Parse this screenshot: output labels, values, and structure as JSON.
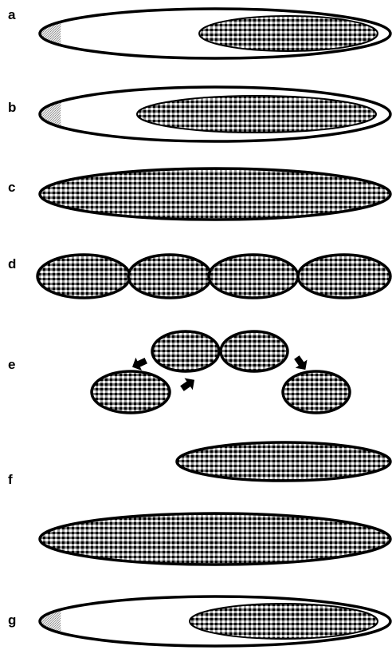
{
  "figure": {
    "panels": [
      {
        "label": "a"
      },
      {
        "label": "b"
      },
      {
        "label": "c"
      },
      {
        "label": "d"
      },
      {
        "label": "e"
      },
      {
        "label": "f"
      },
      {
        "label": "g"
      }
    ]
  },
  "colors": {
    "outline": "#000000",
    "cell_fill": "#ffffff",
    "pattern_base": "#d8d8d8",
    "pattern_dark": "#000000",
    "pattern_light": "#ffffff",
    "pole_stipple": "#c9c9c9"
  }
}
